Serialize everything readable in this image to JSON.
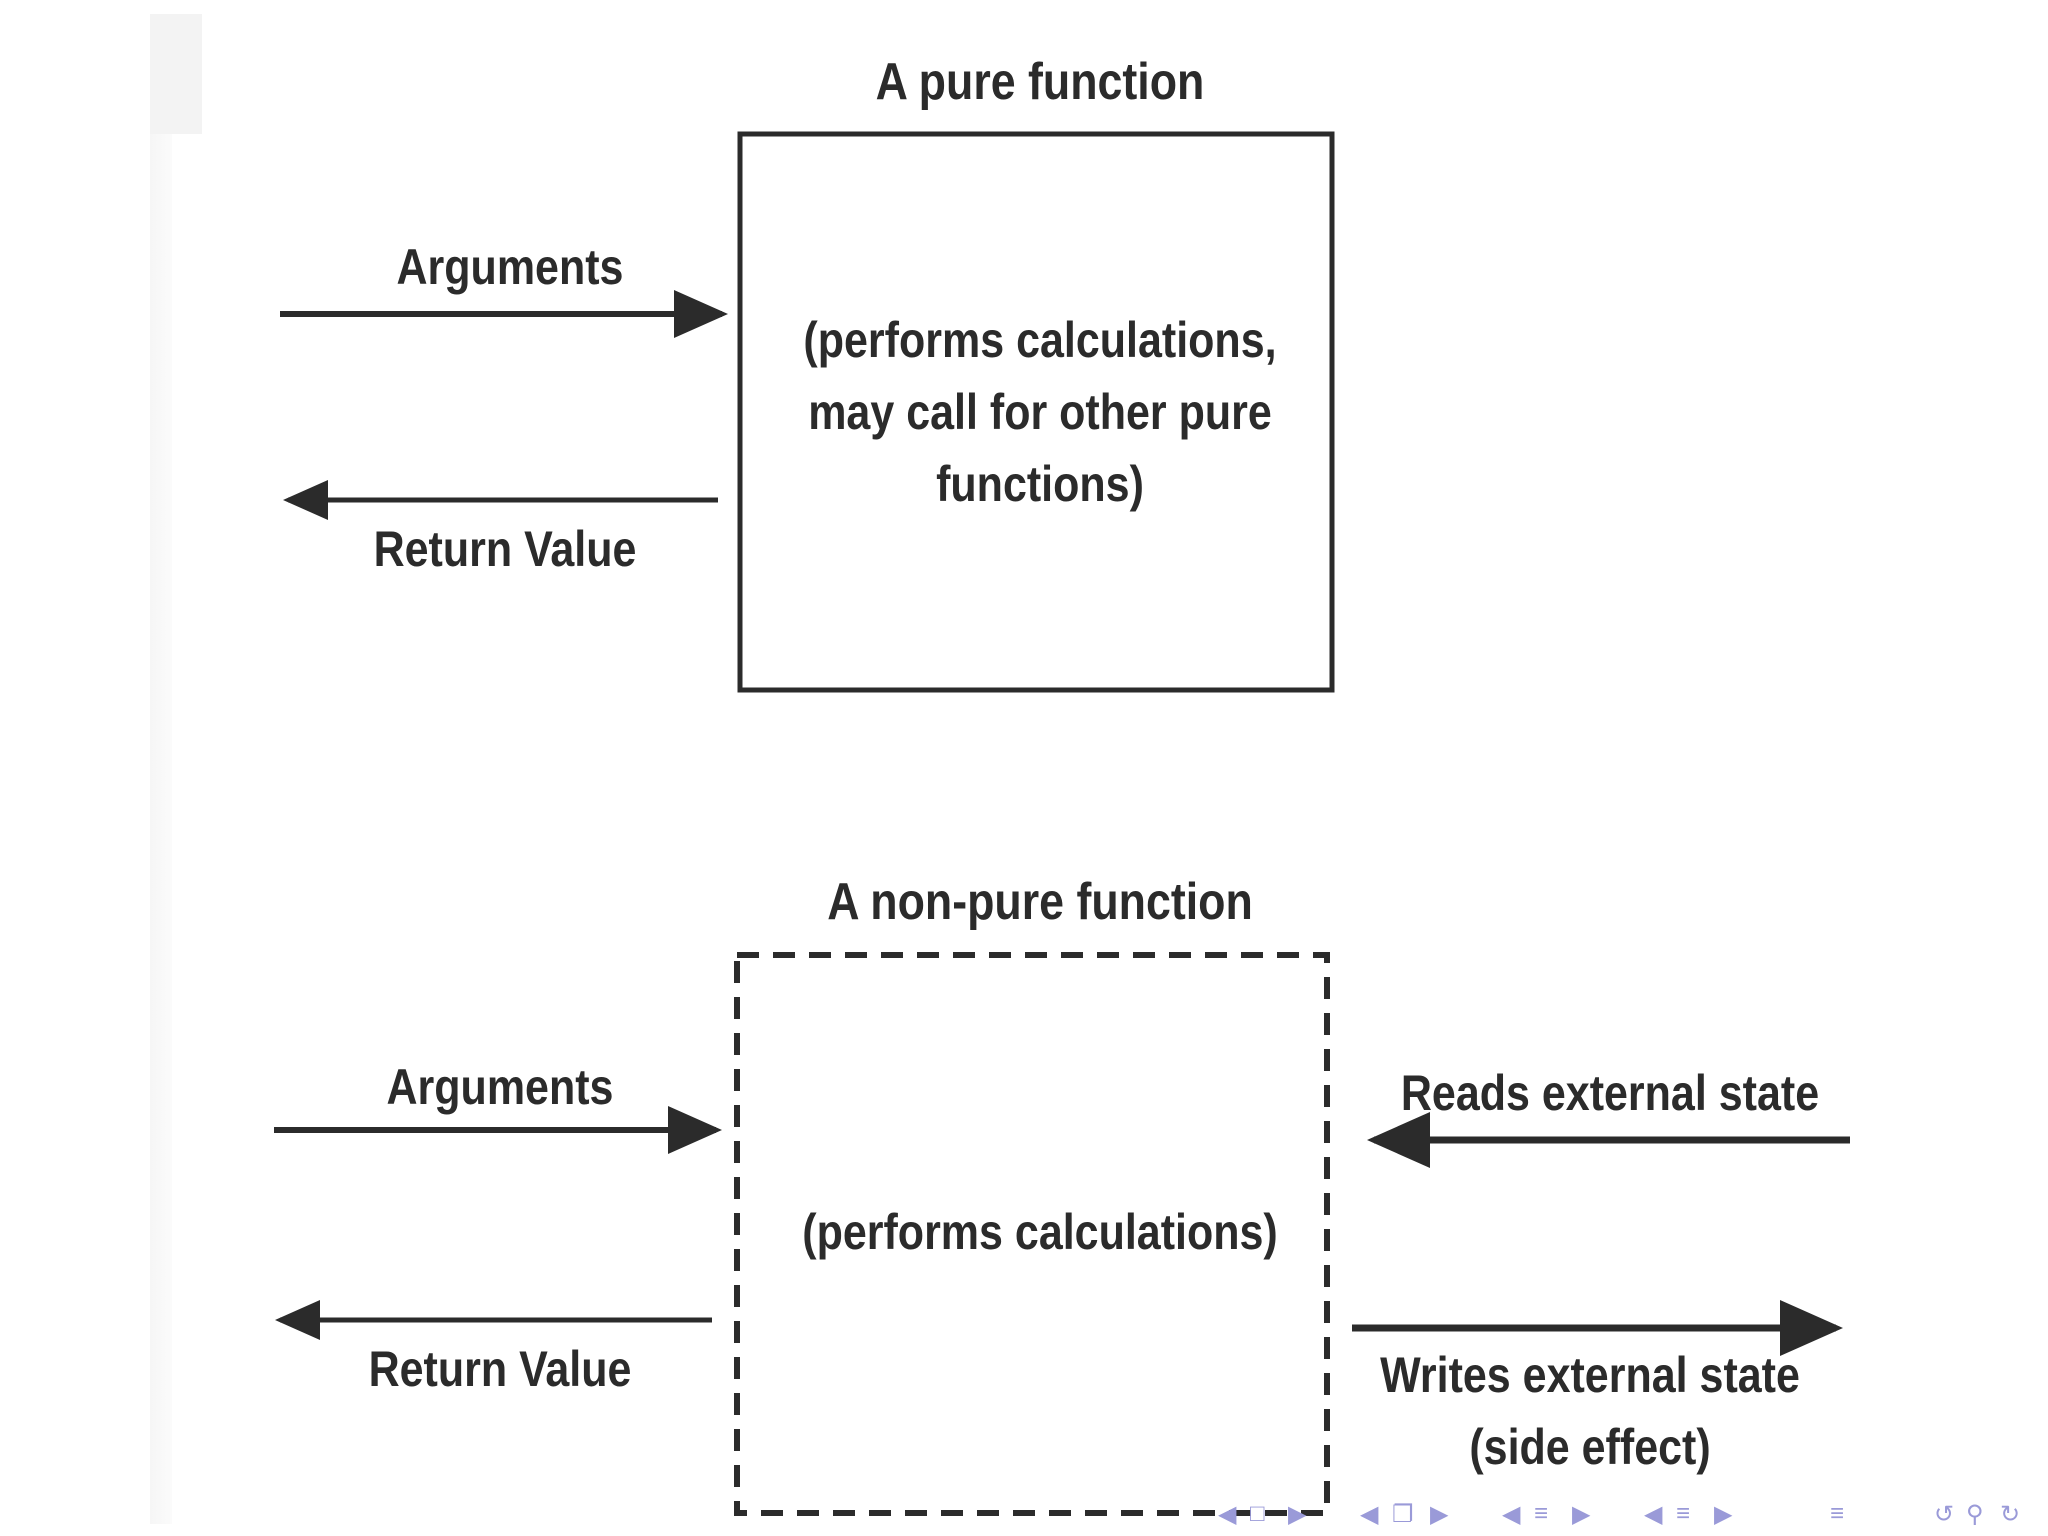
{
  "pure": {
    "title": "A pure function",
    "arguments_label": "Arguments",
    "return_label": "Return Value",
    "body_text": "(performs calculations, may call for other pure functions)"
  },
  "nonpure": {
    "title": "A non-pure function",
    "arguments_label": "Arguments",
    "return_label": "Return Value",
    "body_text": "(performs calculations)",
    "reads_label": "Reads external state",
    "writes_label": "Writes external state",
    "side_effect_label": "(side effect)"
  },
  "nav": {
    "icons": [
      "nav-left-arrow-icon",
      "frame-icon",
      "nav-right-arrow-icon",
      "nav-left-arrow-icon",
      "subsection-icon",
      "nav-right-arrow-icon",
      "nav-left-arrow-icon",
      "section-icon",
      "nav-right-arrow-icon",
      "nav-left-arrow-icon",
      "subsection-icon",
      "nav-right-arrow-icon",
      "align-icon",
      "undo-icon",
      "search-icon",
      "redo-icon"
    ],
    "color": "#9a9ad8"
  }
}
